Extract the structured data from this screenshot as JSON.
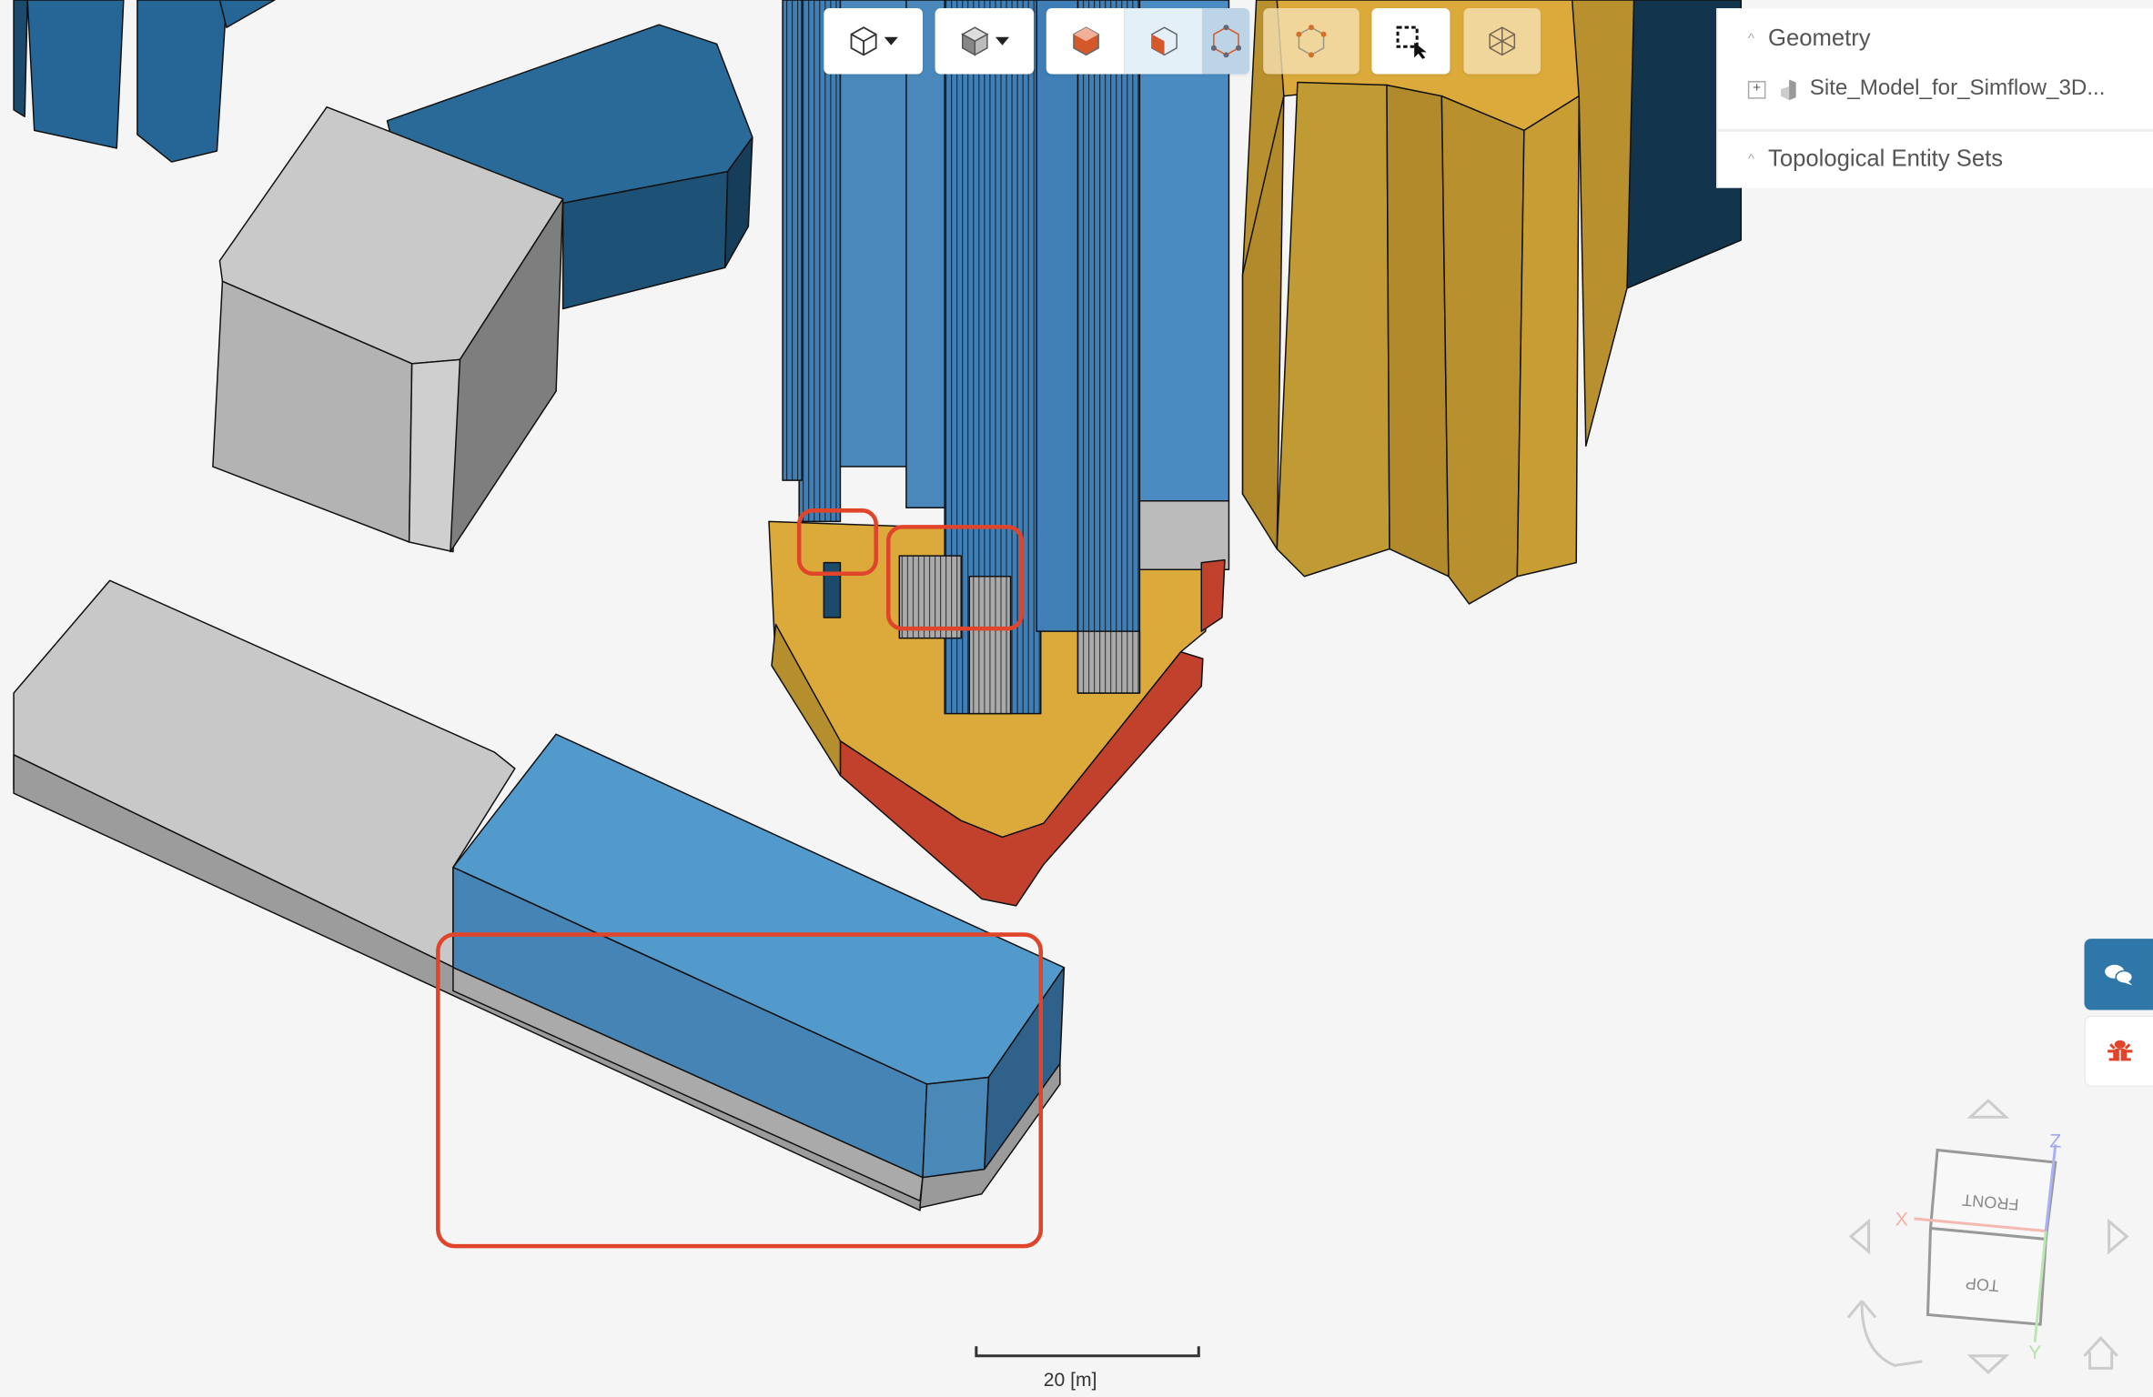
{
  "toolbar": {
    "buttons": [
      {
        "name": "view-mode-wireframe-dropdown",
        "icon": "wireframe-cube-icon"
      },
      {
        "name": "view-mode-solid-dropdown",
        "icon": "solid-cube-icon"
      },
      {
        "name": "select-volumes",
        "icon": "volume-select-icon"
      },
      {
        "name": "select-faces",
        "icon": "face-select-icon"
      },
      {
        "name": "select-edges",
        "icon": "edge-select-icon"
      },
      {
        "name": "select-points",
        "icon": "point-select-icon"
      },
      {
        "name": "box-select",
        "icon": "box-select-icon"
      },
      {
        "name": "select-all-entities",
        "icon": "mesh-select-icon"
      }
    ]
  },
  "panel": {
    "geometry_label": "Geometry",
    "geometry_item": "Site_Model_for_Simflow_3D...",
    "topological_label": "Topological Entity Sets"
  },
  "nav_cube": {
    "front_label": "FRONT",
    "top_label": "TOP",
    "x_label": "X",
    "y_label": "Y",
    "z_label": "Z"
  },
  "scale_bar": {
    "label": "20 [m]"
  },
  "colors": {
    "accent": "#2e77a8",
    "highlight": "#e0452c",
    "building_blue": "#5299cc",
    "building_gold": "#dbaa3a"
  }
}
